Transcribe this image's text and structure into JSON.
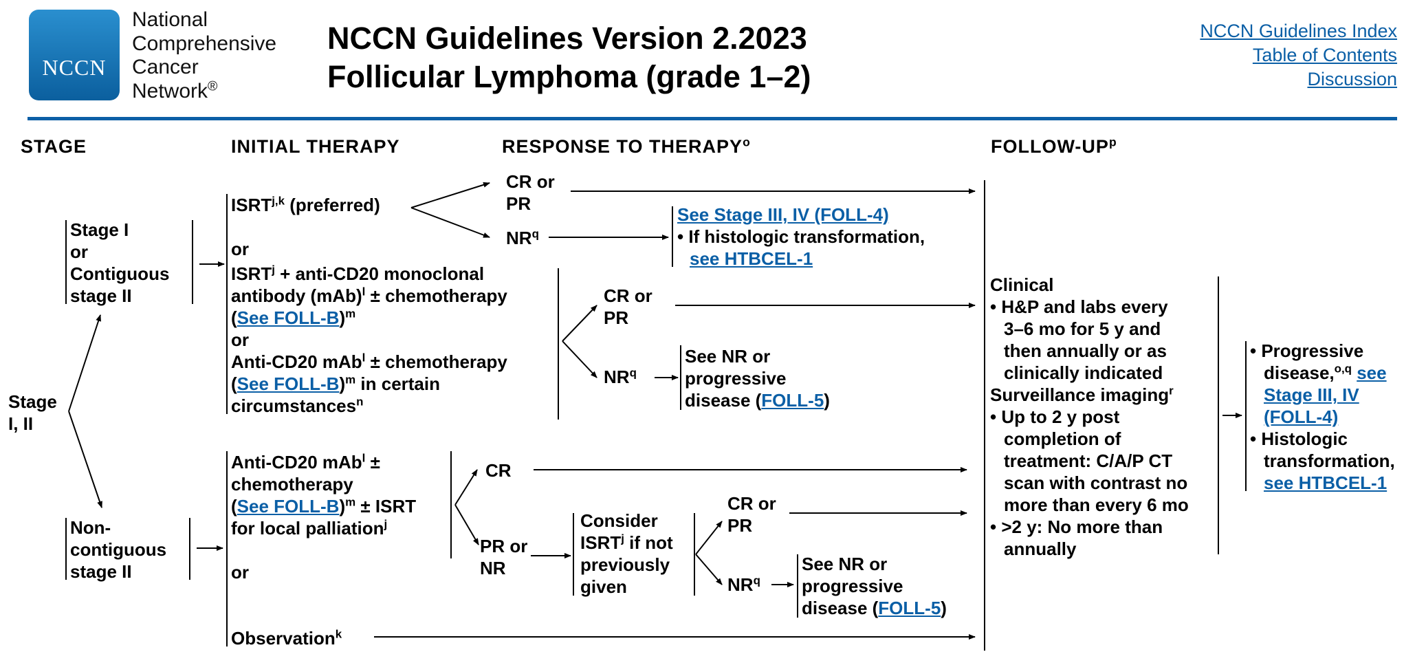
{
  "header": {
    "logo_text": "NCCN",
    "org_lines": [
      "National",
      "Comprehensive",
      "Cancer",
      "Network"
    ],
    "registered_mark": "®",
    "title_line1": "NCCN Guidelines Version 2.2023",
    "title_line2": "Follicular Lymphoma (grade 1–2)",
    "links": [
      "NCCN Guidelines Index",
      "Table of Contents",
      "Discussion"
    ]
  },
  "columns": {
    "stage": "STAGE",
    "initial_therapy": "INITIAL THERAPY",
    "response": "RESPONSE TO THERAPY",
    "response_sup": "o",
    "followup": "FOLLOW-UP",
    "followup_sup": "p"
  },
  "stage": {
    "root_l1": "Stage",
    "root_l2": "I, II",
    "s1": [
      "Stage I",
      "or",
      "Contiguous",
      "stage II"
    ],
    "s2": [
      "Non-",
      "contiguous",
      "stage II"
    ]
  },
  "upper": {
    "isrt": "ISRT",
    "isrt_sup": "j,k",
    "preferred": "(preferred)",
    "or1": "or",
    "opt2_l1_a": "ISRT",
    "opt2_l1_sup": "j",
    "opt2_l1_b": "+ anti-CD20 monoclonal",
    "opt2_l2_a": "antibody (mAb)",
    "opt2_l2_sup": "l",
    "opt2_l2_b": "± chemotherapy",
    "see_follb": "See FOLL-B",
    "sup_m": "m",
    "or2": "or",
    "opt3_l1_a": "Anti-CD20 mAb",
    "opt3_l1_sup": "l",
    "opt3_l1_b": "± chemotherapy",
    "opt3_l2_b": "in certain",
    "opt3_l3": "circumstances",
    "opt3_l3_sup": "n",
    "crpr1_l1": "CR or",
    "crpr1_l2": "PR",
    "nr1": "NR",
    "nr_sup": "q",
    "see_stage34": "See Stage III, IV (FOLL-4)",
    "histo_l1": "• If histologic transformation,",
    "see_htbcel": "see HTBCEL-1",
    "crpr2_l1": "CR or",
    "crpr2_l2": "PR",
    "nr2": "NR",
    "seenr_l1": "See NR or",
    "seenr_l2": "progressive",
    "seenr_l3a": "disease (",
    "foll5": "FOLL-5",
    "close_paren": ")"
  },
  "lower": {
    "l1_a": "Anti-CD20 mAb",
    "l1_sup": "l",
    "l1_b": "±",
    "l2": "chemotherapy",
    "see_follb": "See FOLL-B",
    "sup_m": "m",
    "l3_b": "± ISRT",
    "l4": "for local palliation",
    "l4_sup": "j",
    "or": "or",
    "observation": "Observation",
    "obs_sup": "k",
    "cr": "CR",
    "prnr_l1": "PR or",
    "prnr_l2": "NR",
    "consider_l1": "Consider",
    "consider_l2_a": "ISRT",
    "consider_l2_sup": "j",
    "consider_l2_b": "if not",
    "consider_l3": "previously",
    "consider_l4": "given",
    "crpr_l1": "CR or",
    "crpr_l2": "PR",
    "nr": "NR",
    "nr_sup": "q",
    "seenr_l1": "See NR or",
    "seenr_l2": "progressive",
    "seenr_l3a": "disease (",
    "foll5": "FOLL-5",
    "close_paren": ")"
  },
  "followup": {
    "clinical": "Clinical",
    "b1": [
      "• H&P and labs every",
      "3–6 mo for 5 y and",
      "then annually or as",
      "clinically indicated"
    ],
    "surveillance": "Surveillance imaging",
    "surveillance_sup": "r",
    "b2": [
      "• Up to 2 y post",
      "completion of",
      "treatment: C/A/P CT",
      "scan with contrast no",
      "more than every 6 mo"
    ],
    "b3": [
      "• >2 y: No more than",
      "annually"
    ]
  },
  "outcome": {
    "prog_l1": "• Progressive",
    "prog_l2": "disease,",
    "prog_sup": "o,q",
    "see": "see",
    "stage34_l1": "Stage III, IV",
    "stage34_l2": "(FOLL-4)",
    "histo_l1": "• Histologic",
    "histo_l2": "transformation,",
    "see_htbcel": "see HTBCEL-1"
  },
  "colors": {
    "brand_blue": "#0b5fa6",
    "link_blue": "#0b5fa6"
  }
}
